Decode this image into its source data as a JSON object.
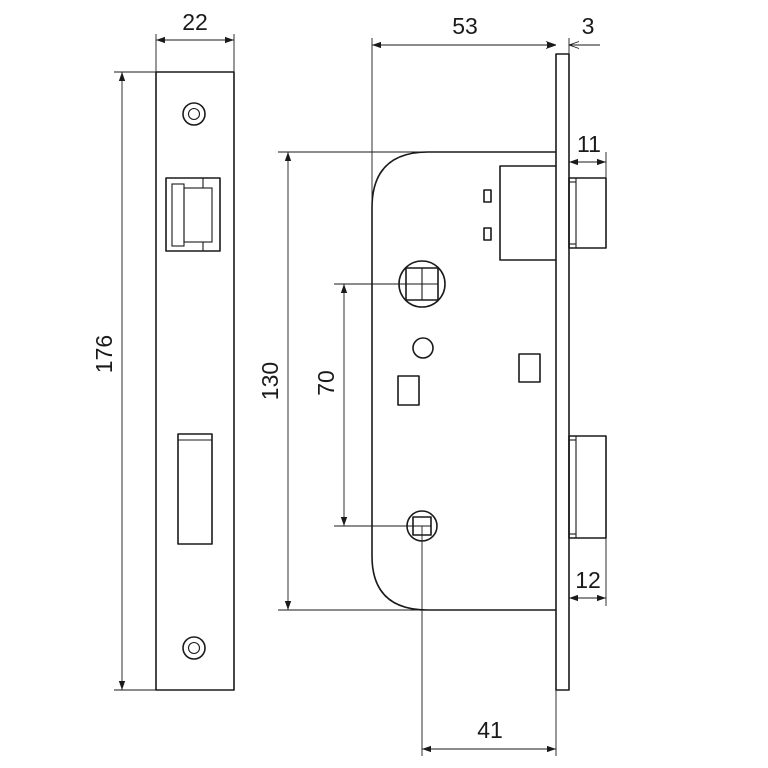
{
  "dimensions": {
    "faceplate_width": "22",
    "faceplate_length": "176",
    "backset": "53",
    "faceplate_thickness": "3",
    "latch_projection": "11",
    "lock_body_height": "130",
    "center_distance": "70",
    "bolt_projection": "12",
    "lower_spindle_offset": "41"
  },
  "colors": {
    "line": "#1a1a1a",
    "background": "#ffffff"
  }
}
